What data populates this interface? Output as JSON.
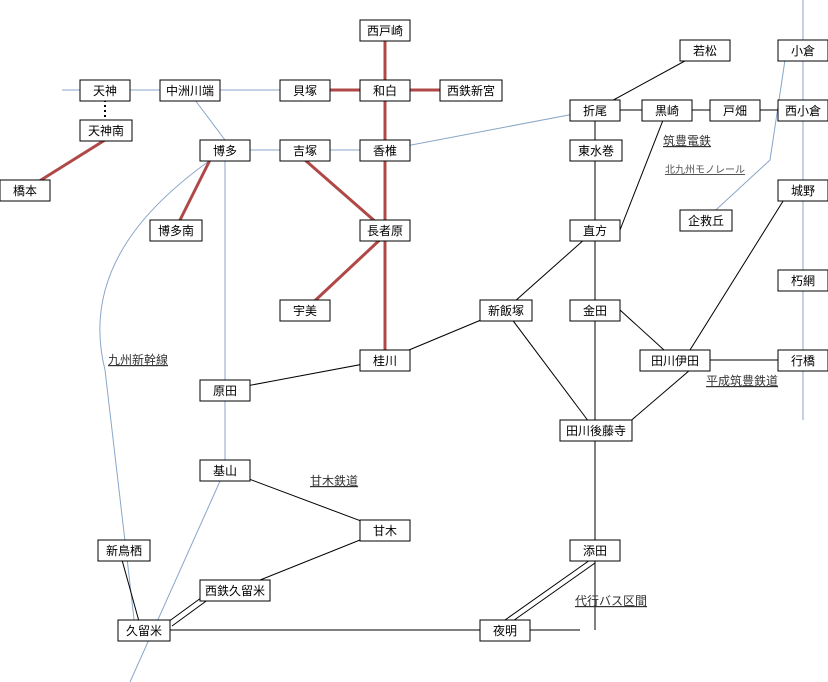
{
  "colors": {
    "jr": "#000000",
    "kashii": "#b04848",
    "shinkansen": "#8aa6c8",
    "monorail": "#8aa6c8",
    "bus": "#000000"
  },
  "stations": {
    "nishitozaki": "西戸崎",
    "tenjin": "天神",
    "nakasukawabata": "中洲川端",
    "kaizuka": "貝塚",
    "wajiro": "和白",
    "nishitetsushingu": "西鉄新宮",
    "wakamatsu": "若松",
    "kokura": "小倉",
    "tenjinminami": "天神南",
    "orio": "折尾",
    "kurosaki": "黒崎",
    "tobata": "戸畑",
    "nishikokura": "西小倉",
    "hashimoto": "橋本",
    "hakata": "博多",
    "yoshizuka": "吉塚",
    "kashii": "香椎",
    "higashimizumaki": "東水巻",
    "jono": "城野",
    "kikugaoka": "企救丘",
    "hakataminami": "博多南",
    "chojabaru": "長者原",
    "nogata": "直方",
    "kuchinawa": "朽網",
    "umi": "宇美",
    "shiniizuka": "新飯塚",
    "kanada": "金田",
    "keisen": "桂川",
    "taganaita": "田川伊田",
    "yukuhashi": "行橋",
    "haruda": "原田",
    "tagawagotoji": "田川後藤寺",
    "kiyama": "基山",
    "amagi": "甘木",
    "shintosu": "新鳥栖",
    "soeda": "添田",
    "nishitetsukurume": "西鉄久留米",
    "kurume": "久留米",
    "yoake": "夜明"
  },
  "line_labels": {
    "chikuho_dentetsu": "筑豊電鉄",
    "kitakyushu_monorail": "北九州モノレール",
    "kyushu_shinkansen": "九州新幹線",
    "heisei_chikuho": "平成筑豊鉄道",
    "amagi_line": "甘木鉄道",
    "bus_section": "代行バス区間"
  }
}
